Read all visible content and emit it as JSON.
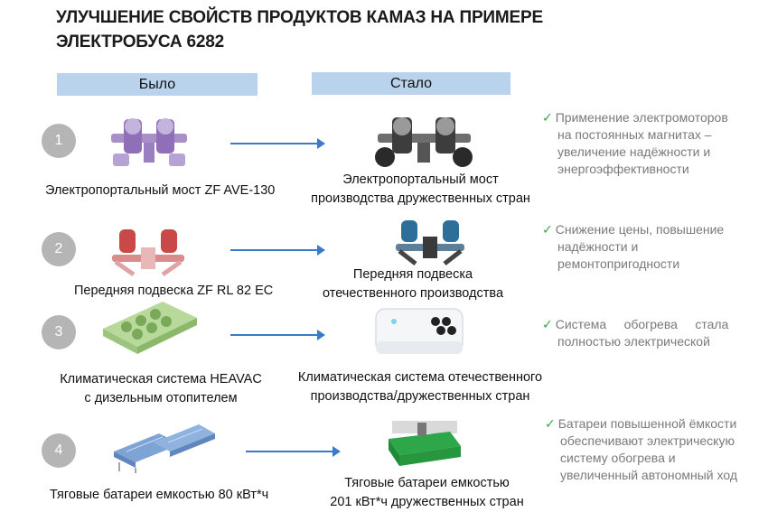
{
  "title_lines": [
    "УЛУЧШЕНИЕ СВОЙСТВ ПРОДУКТОВ КАМАЗ НА ПРИМЕРЕ",
    "ЭЛЕКТРОБУСА 6282"
  ],
  "headers": {
    "before": "Было",
    "after": "Стало"
  },
  "rows": [
    {
      "number": "1",
      "before_lines": [
        "Электропортальный мост ZF AVE-130"
      ],
      "after_lines": [
        "Электропортальный мост",
        "производства дружественных стран"
      ],
      "note_lines": [
        "Применение  электромоторов",
        "на постоянных магнитах –",
        "увеличение надёжности и",
        "энергоэффективности"
      ],
      "before_image": "purple-axle-image",
      "after_image": "grey-axle-image"
    },
    {
      "number": "2",
      "before_lines": [
        "Передняя подвеска ZF RL 82 EC"
      ],
      "after_lines": [
        "Передняя подвеска",
        "отечественного производства"
      ],
      "note_lines": [
        "Снижение цены, повышение",
        "надёжности и",
        "ремонтопригодности"
      ],
      "before_image": "red-suspension-image",
      "after_image": "blue-suspension-image"
    },
    {
      "number": "3",
      "before_lines": [
        "Климатическая система HEAVAC",
        "с дизельным отопителем"
      ],
      "after_lines": [
        "Климатическая система  отечественного",
        "производства/дружественных стран"
      ],
      "note_lines": [
        "Система     обогрева     стала",
        "полностью электрической"
      ],
      "before_image": "green-climate-unit-image",
      "after_image": "white-climate-unit-image"
    },
    {
      "number": "4",
      "before_lines": [
        "Тяговые батареи емкостью 80 кВт*ч"
      ],
      "after_lines": [
        "Тяговые батареи  емкостью",
        "201 кВт*ч дружественных стран"
      ],
      "note_lines": [
        "Батареи повышенной ёмкости",
        "обеспечивают электрическую",
        "систему обогрева и",
        "увеличенный автономный ход"
      ],
      "before_image": "blue-battery-packs-image",
      "after_image": "green-battery-pack-image"
    }
  ],
  "check_glyph": "✓",
  "colors": {
    "header_bg": "#b9d3ec",
    "arrow": "#3a7bc8",
    "check": "#2eaa3c",
    "note_text": "#7a7a7a",
    "circle": "#b5b5b5"
  }
}
